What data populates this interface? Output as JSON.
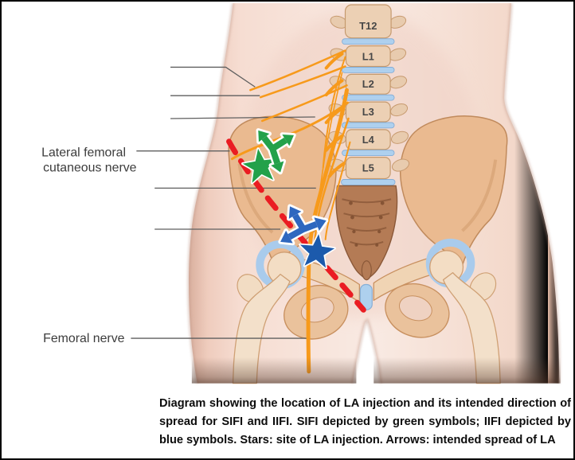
{
  "caption": "Diagram showing the location of LA injection and its intended direction of spread for SIFI and IIFI. SIFI depicted by green symbols; IIFI depicted by blue symbols. Stars: site of LA injection. Arrows: intended spread of LA",
  "labels": {
    "lateral_femoral_line1": "Lateral femoral",
    "lateral_femoral_line2": "cutaneous nerve",
    "femoral_nerve": "Femoral nerve"
  },
  "vertebrae": [
    "T12",
    "L1",
    "L2",
    "L3",
    "L4",
    "L5"
  ],
  "colors": {
    "sifi_green": "#23a14a",
    "iifi_blue": "#2e67bf",
    "iifi_star_blue": "#1c5aac",
    "injection_line_red": "#ea1c22",
    "nerve_orange": "#f79a1b",
    "disc_blue": "#aed0ee"
  }
}
